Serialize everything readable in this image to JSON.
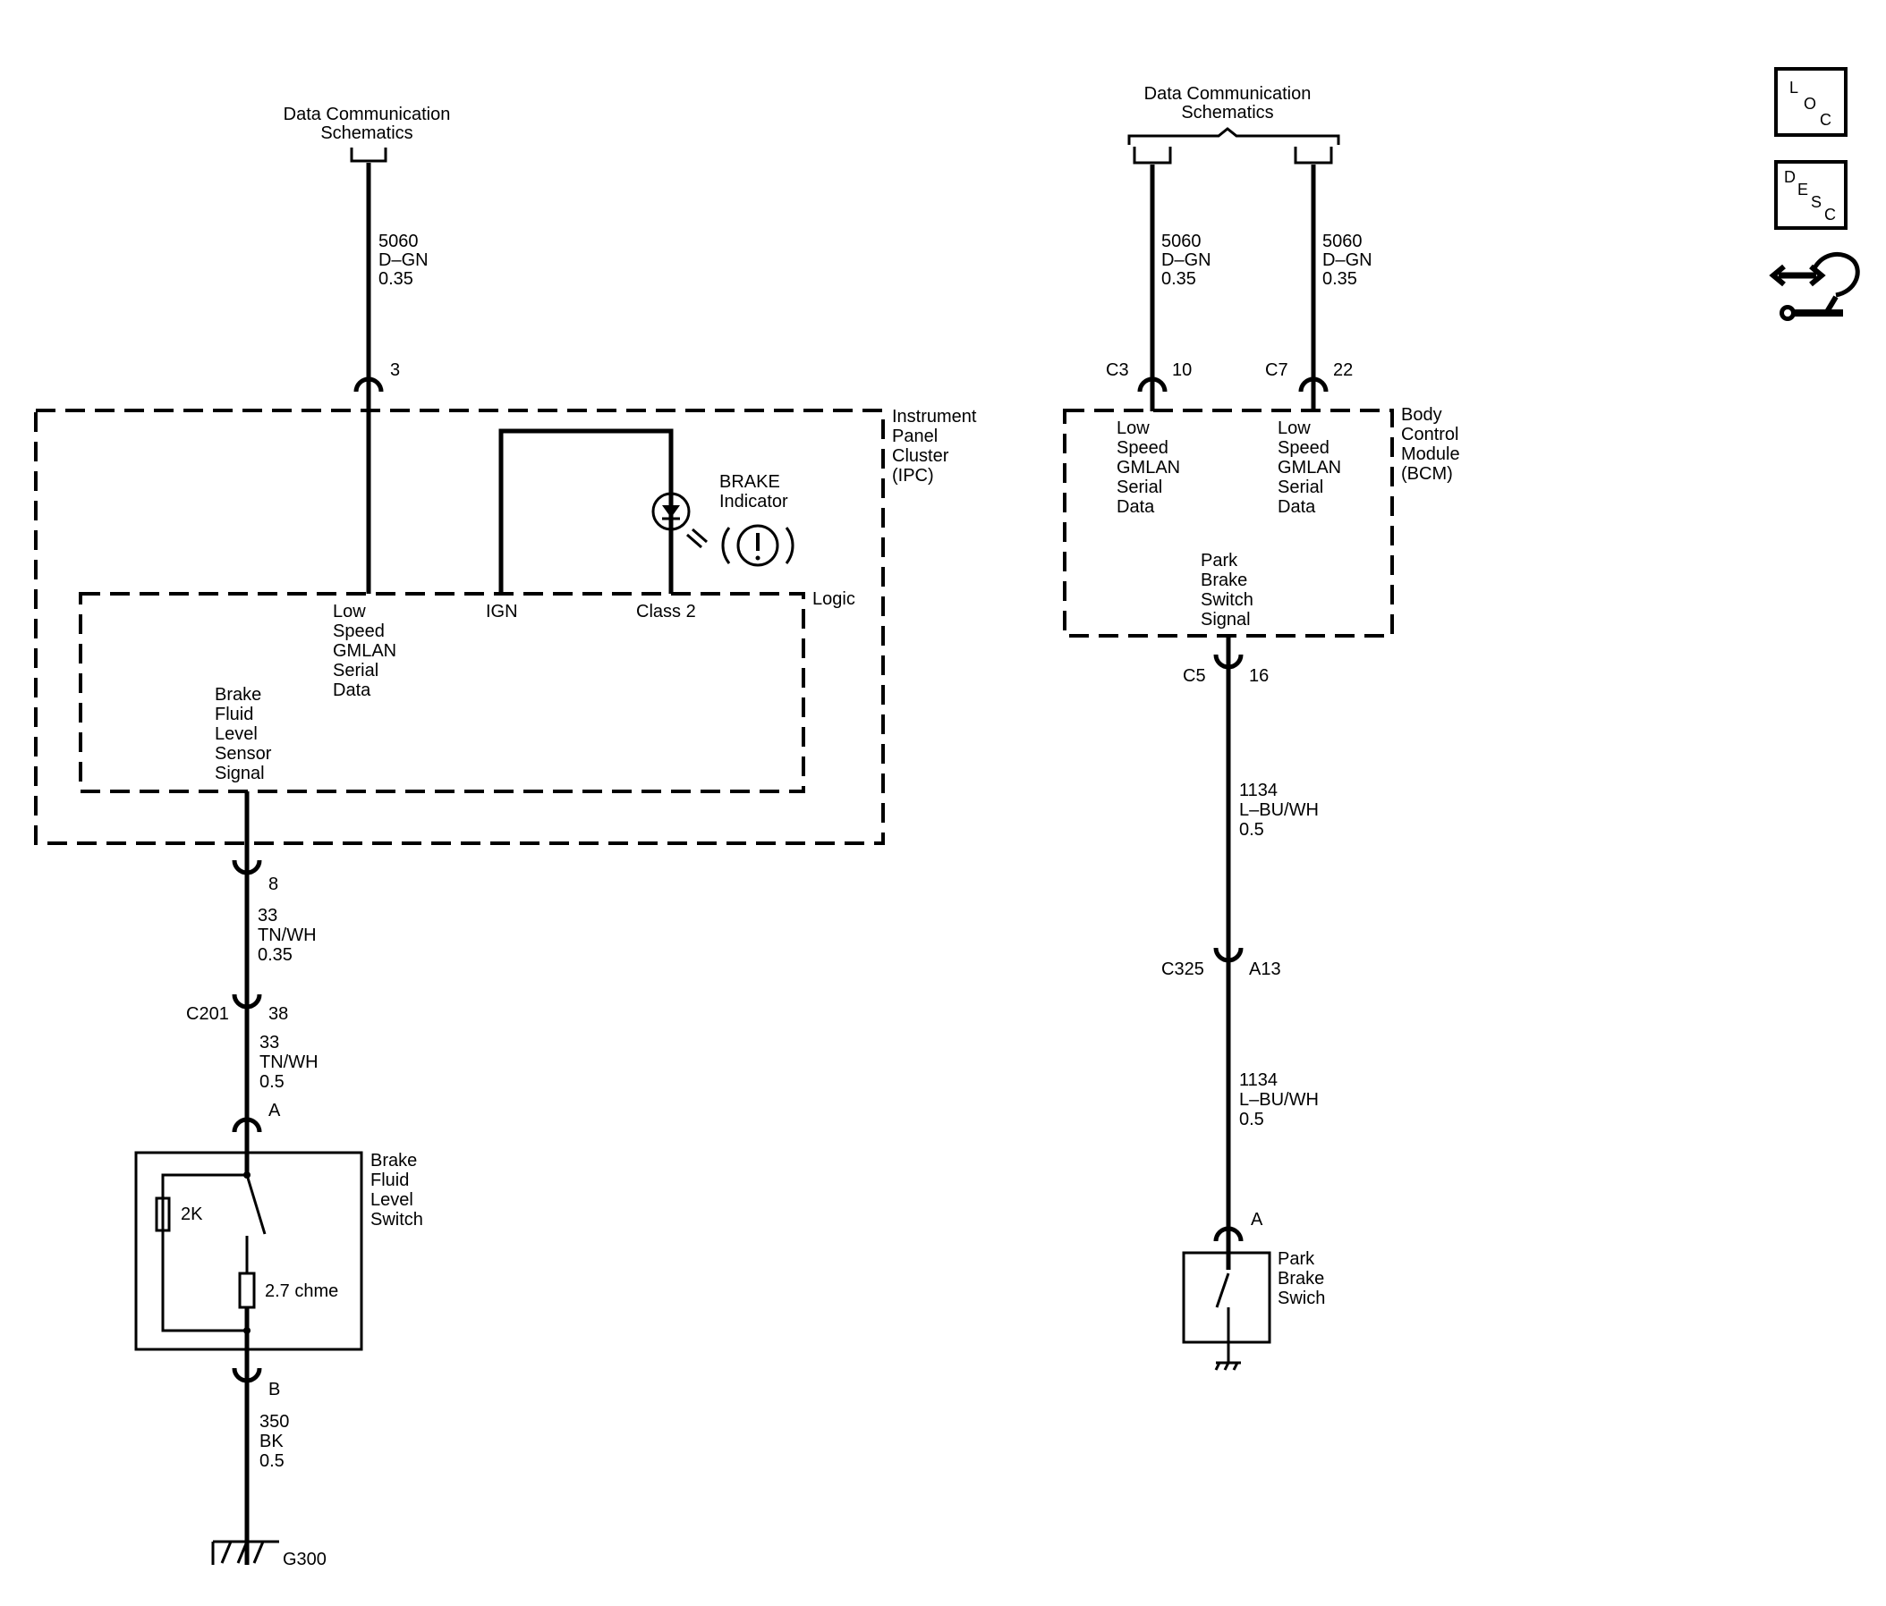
{
  "left": {
    "ref_title": [
      "Data Communication",
      "Schematics"
    ],
    "top_wire": [
      "5060",
      "D–GN",
      "0.35"
    ],
    "ipc_pin": "3",
    "ipc_label": [
      "Instrument",
      "Panel",
      "Cluster",
      "(IPC)"
    ],
    "brake_indicator": [
      "BRAKE",
      "Indicator"
    ],
    "logic_label": "Logic",
    "gmlan_label": [
      "Low",
      "Speed",
      "GMLAN",
      "Serial",
      "Data"
    ],
    "ign_label": "IGN",
    "class2_label": "Class 2",
    "sensor_label": [
      "Brake",
      "Fluid",
      "Level",
      "Sensor",
      "Signal"
    ],
    "ipc_pin_bottom": "8",
    "wire_33a": [
      "33",
      "TN/WH",
      "0.35"
    ],
    "c201_connector": "C201",
    "c201_pin": "38",
    "wire_33b": [
      "33",
      "TN/WH",
      "0.5"
    ],
    "switch_pin_a": "A",
    "switch_label": [
      "Brake",
      "Fluid",
      "Level",
      "Switch"
    ],
    "resistor_2k": "2K",
    "resistor_27": "2.7 chme",
    "switch_pin_b": "B",
    "wire_350": [
      "350",
      "BK",
      "0.5"
    ],
    "ground": "G300"
  },
  "right": {
    "ref_title": [
      "Data Communication",
      "Schematics"
    ],
    "wire_left": [
      "5060",
      "D–GN",
      "0.35"
    ],
    "wire_right": [
      "5060",
      "D–GN",
      "0.35"
    ],
    "c3_connector": "C3",
    "c3_pin": "10",
    "c7_connector": "C7",
    "c7_pin": "22",
    "gmlan_left": [
      "Low",
      "Speed",
      "GMLAN",
      "Serial",
      "Data"
    ],
    "gmlan_right": [
      "Low",
      "Speed",
      "GMLAN",
      "Serial",
      "Data"
    ],
    "bcm_label": [
      "Body",
      "Control",
      "Module",
      "(BCM)"
    ],
    "park_signal": [
      "Park",
      "Brake",
      "Switch",
      "Signal"
    ],
    "c5_connector": "C5",
    "c5_pin": "16",
    "wire_1134a": [
      "1134",
      "L–BU/WH",
      "0.5"
    ],
    "c325_connector": "C325",
    "c325_pin": "A13",
    "wire_1134b": [
      "1134",
      "L–BU/WH",
      "0.5"
    ],
    "switch_pin_a": "A",
    "switch_label": [
      "Park",
      "Brake",
      "Swich"
    ]
  },
  "nav": {
    "loc": [
      "L",
      "O",
      "C"
    ],
    "desc": [
      "D",
      "E",
      "S",
      "C"
    ],
    "nav_icon": "arrows-wrench-icon"
  }
}
